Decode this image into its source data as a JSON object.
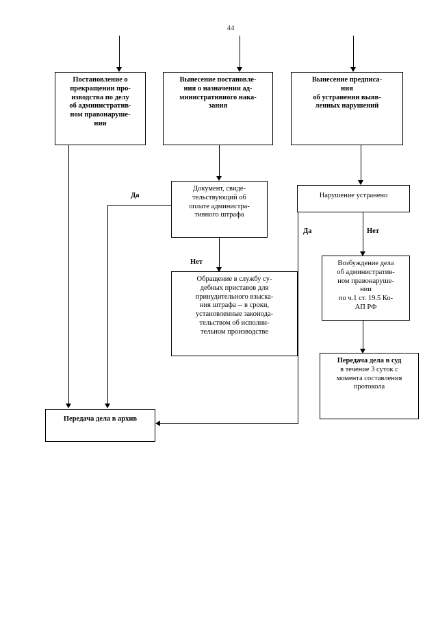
{
  "document": {
    "page_number": "44",
    "type": "flowchart",
    "language": "ru"
  },
  "nodes": {
    "n1": {
      "id": "postanovlenie-o-prekrashchenii",
      "text": "Постановление о\nпрекращении про-\nизводства по делу\nоб административ-\nном правонаруше-\nнии",
      "bold": true
    },
    "n2": {
      "id": "vynesenie-postanovleniya",
      "text": "Вынесение постановле-\nния о назначении ад-\nминистративного нака-\nзания",
      "bold": true
    },
    "n3": {
      "id": "vynesenie-predpisaniya",
      "text": "Вынесение предписа-\nния\nоб устранении выяв-\nленных нарушений",
      "bold": true
    },
    "n4": {
      "id": "dokument-ob-oplate",
      "text": "Документ, свиде-\nтельствующий об\nоплате администра-\nтивного штрафа",
      "bold": false
    },
    "n5": {
      "id": "obrashchenie-v-sluzhbu-pristavov",
      "text": "Обращение в службу су-\nдебных приставов для\nпринудительного взыска-\nния штрафа -- в сроки,\nустановленные законода-\nтельством об исполни-\nтельном производстве",
      "bold": false
    },
    "n6": {
      "id": "narushenie-ustraneno",
      "text": "Нарушение устранено",
      "bold": false
    },
    "n7": {
      "id": "vozbuzhdenie-dela",
      "text": "Возбуждение дела\nоб административ-\nном правонаруше-\nнии\nпо  ч.1 ст. 19.5 Ко-\nАП РФ",
      "bold": false
    },
    "n8": {
      "id": "peredacha-dela-v-sud",
      "heading": "Передача дела в суд",
      "text": "в течение 3 суток с\nмомента составления\nпротокола",
      "bold": false
    },
    "n9": {
      "id": "peredacha-dela-v-arkhiv",
      "text": "Передача дела в архив",
      "bold": true
    }
  },
  "edge_labels": {
    "da_left": "Да",
    "net_center": "Нет",
    "da_right": "Да",
    "net_right": "Нет"
  },
  "colors": {
    "line": "#000000",
    "box_border": "#000000",
    "background": "#ffffff",
    "text": "#000000",
    "page_number": "#333333"
  }
}
